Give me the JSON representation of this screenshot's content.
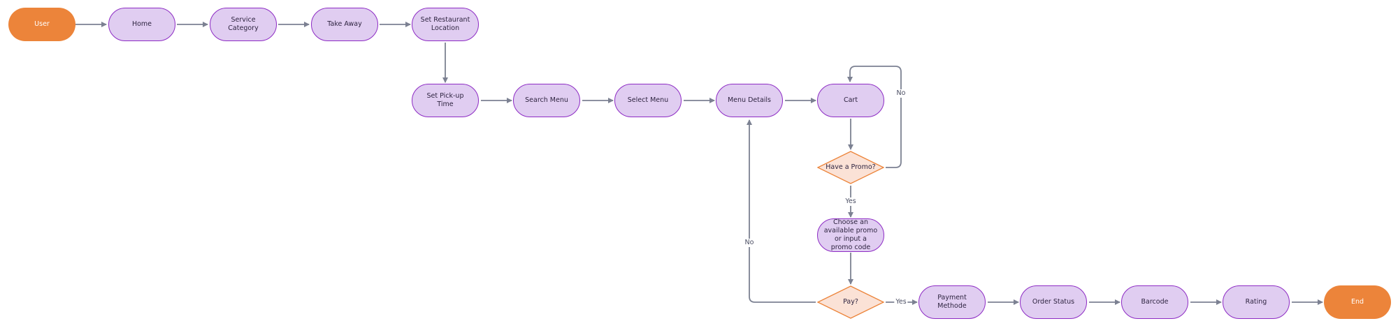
{
  "diagram": {
    "colors": {
      "process_fill": "#e0cdf1",
      "process_border": "#8d2bc4",
      "terminal_fill": "#ec843a",
      "decision_fill": "#fbe2d6",
      "decision_border": "#ec843a",
      "edge": "#7c8192"
    },
    "nodes": {
      "user": "User",
      "home": "Home",
      "service_category": "Service Category",
      "take_away": "Take Away",
      "set_restaurant_location": "Set Restaurant Location",
      "set_pickup_time": "Set Pick-up Time",
      "search_menu": "Search Menu",
      "select_menu": "Select Menu",
      "menu_details": "Menu Details",
      "cart": "Cart",
      "have_promo": "Have a Promo?",
      "choose_promo": "Choose an available promo or input a promo code",
      "pay": "Pay?",
      "payment_methode": "Payment Methode",
      "order_status": "Order Status",
      "barcode": "Barcode",
      "rating": "Rating",
      "end": "End"
    },
    "edge_labels": {
      "promo_no": "No",
      "promo_yes": "Yes",
      "pay_no": "No",
      "pay_yes": "Yes"
    }
  }
}
